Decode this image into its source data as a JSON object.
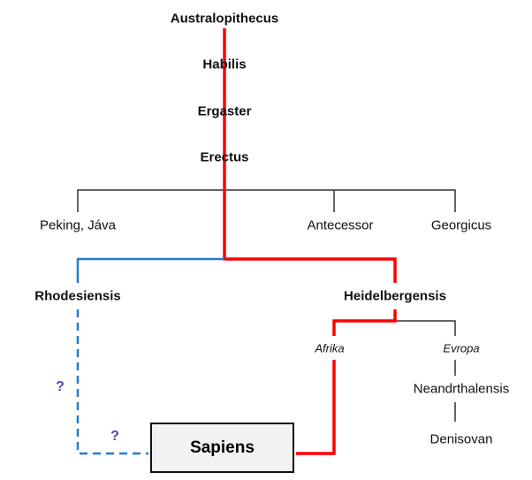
{
  "nodes": {
    "australopithecus": "Australopithecus",
    "habilis": "Habilis",
    "ergaster": "Ergaster",
    "erectus": "Erectus",
    "peking_java": "Peking, Jáva",
    "antecessor": "Antecessor",
    "georgicus": "Georgicus",
    "rhodesiensis": "Rhodesiensis",
    "heidelbergensis": "Heidelbergensis",
    "afrika": "Afrika",
    "evropa": "Evropa",
    "neandrthalensis": "Neandrthalensis",
    "denisovan": "Denisovan",
    "sapiens": "Sapiens"
  },
  "uncertain_marks": [
    "?",
    "?"
  ],
  "colors": {
    "main_line": "#ff0000",
    "alt_line": "#1f7fd0",
    "branch_line": "#333333",
    "question": "#5b3fb0"
  }
}
